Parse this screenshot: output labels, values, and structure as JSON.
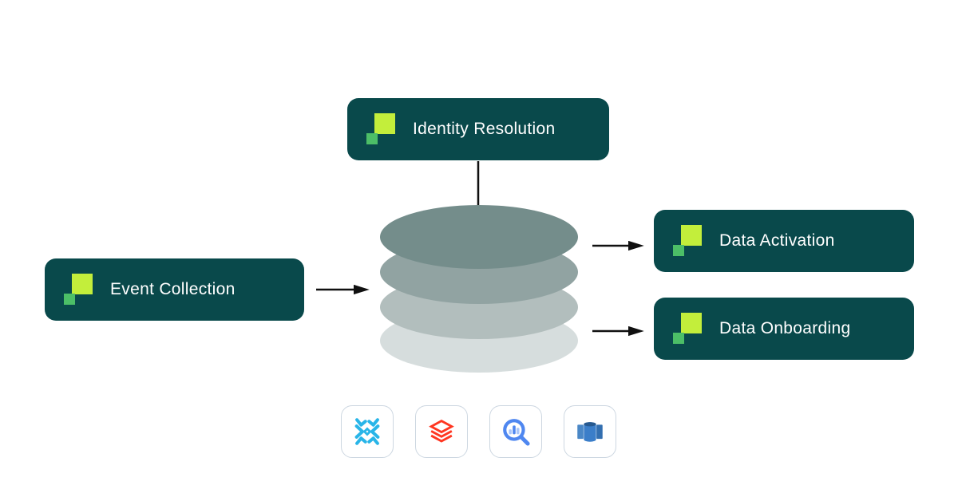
{
  "diagram": {
    "nodes": [
      {
        "id": "identity-resolution",
        "label": "Identity Resolution"
      },
      {
        "id": "event-collection",
        "label": "Event Collection"
      },
      {
        "id": "data-activation",
        "label": "Data Activation"
      },
      {
        "id": "data-onboarding",
        "label": "Data Onboarding"
      }
    ],
    "warehouse_stack": {
      "layers": 4,
      "layer_colors": [
        "#748d8b",
        "#91a3a2",
        "#b2bebd",
        "#d6dddd"
      ]
    },
    "integrations": [
      {
        "id": "snowflake",
        "icon": "snowflake-icon"
      },
      {
        "id": "databricks",
        "icon": "databricks-icon"
      },
      {
        "id": "bigquery",
        "icon": "bigquery-icon"
      },
      {
        "id": "redshift",
        "icon": "redshift-icon"
      }
    ],
    "colors": {
      "node_background": "#09494b",
      "node_text": "#ffffff",
      "logo_lime": "#c3ee3b",
      "logo_green": "#4cbe67",
      "arrow": "#101010",
      "tile_border": "#cdd7e1",
      "snowflake_blue": "#29b5e8",
      "databricks_red": "#ff3621",
      "bigquery_blue": "#4f87f0",
      "bigquery_blue_light": "#a9c6fa",
      "redshift_blue": "#3b7ec9"
    }
  }
}
